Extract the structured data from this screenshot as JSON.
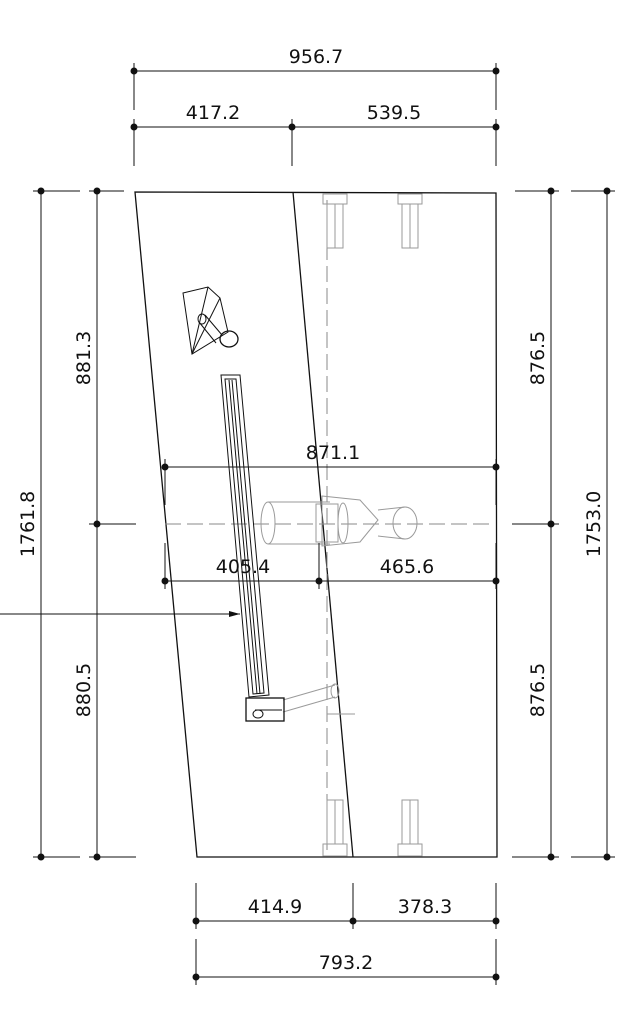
{
  "dimensions": {
    "top_overall": "956.7",
    "top_left": "417.2",
    "top_right": "539.5",
    "middle_overall": "871.1",
    "middle_left": "405.4",
    "middle_right": "465.6",
    "bottom_left": "414.9",
    "bottom_right": "378.3",
    "bottom_overall": "793.2",
    "left_overall": "1761.8",
    "left_upper": "881.3",
    "left_lower": "880.5",
    "right_overall": "1753.0",
    "right_upper": "876.5",
    "right_lower": "876.5"
  }
}
